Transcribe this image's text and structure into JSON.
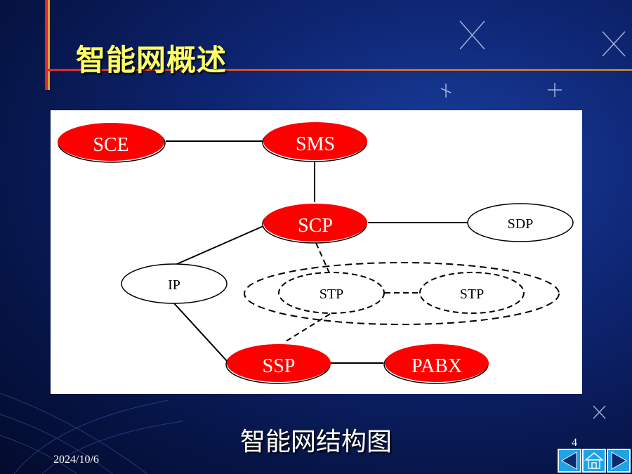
{
  "slide": {
    "title": "智能网概述",
    "caption": "智能网结构图",
    "date": "2024/10/6",
    "page_number": "4"
  },
  "diagram": {
    "nodes": {
      "sce": "SCE",
      "sms": "SMS",
      "scp": "SCP",
      "sdp": "SDP",
      "ip": "IP",
      "stp_left": "STP",
      "stp_right": "STP",
      "ssp": "SSP",
      "pabx": "PABX"
    }
  },
  "nav": {
    "prev": "prev-arrow-icon",
    "home": "home-icon",
    "next": "next-arrow-icon"
  },
  "colors": {
    "highlight_node": "#ff0000",
    "title": "#ffff66",
    "nav_button": "#1ea3e6"
  }
}
